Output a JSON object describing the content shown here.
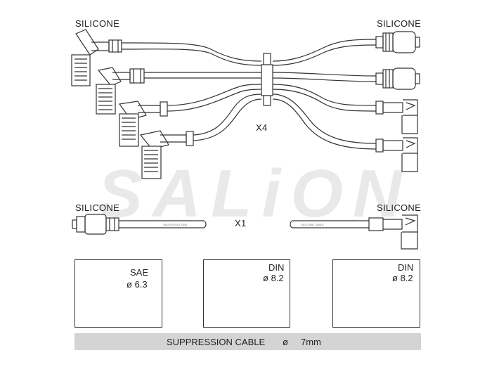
{
  "watermark": "SALiON",
  "labels": {
    "silicone_top_left": "SILICONE",
    "silicone_top_right": "SILICONE",
    "silicone_mid_left": "SILICONE",
    "silicone_mid_right": "SILICONE",
    "x4": "X4",
    "x1": "X1"
  },
  "terminals": [
    {
      "type": "SAE",
      "size": "6.3"
    },
    {
      "type": "DIN",
      "size": "8.2"
    },
    {
      "type": "DIN",
      "size": "8.2"
    }
  ],
  "diameter_symbol": "ø",
  "footer": {
    "label": "SUPPRESSION CABLE",
    "symbol": "ø",
    "value": "7mm"
  },
  "colors": {
    "line": "#333333",
    "watermark": "#e9e9e9",
    "footer_bg": "#d4d4d4"
  }
}
